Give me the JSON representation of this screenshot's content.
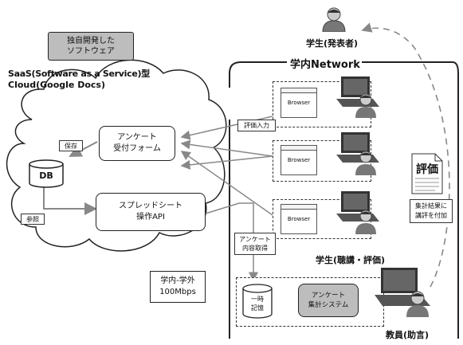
{
  "top_box": {
    "line1": "独自開発した",
    "line2": "ソフトウェア"
  },
  "saas_label": "SaaS(Software as a Service)型",
  "cloud_label": "Cloud(Google Docs)",
  "cloud": {
    "form_line1": "アンケート",
    "form_line2": "受付フォーム",
    "save_label": "保存",
    "db_label": "DB",
    "refer_label": "参照",
    "spreadsheet_line1": "スプレッドシート",
    "spreadsheet_line2": "操作API"
  },
  "bandwidth": {
    "line1": "学内-学外",
    "line2": "100Mbps"
  },
  "network_label": "学内Network",
  "presenter_label": "学生(発表者)",
  "eval_input_label": "評価入力",
  "browser_label": "Browser",
  "listener_label": "学生(聴講・評価)",
  "retrieve": {
    "line1": "アンケート",
    "line2": "内容取得"
  },
  "memory": {
    "line1": "一時",
    "line2": "記憶"
  },
  "aggregation": {
    "line1": "アンケート",
    "line2": "集計システム"
  },
  "teacher_label": "教員(助言)",
  "evaluation_doc_label": "評価",
  "feedback": {
    "line1": "集計結果に",
    "line2": "講評を付加"
  }
}
